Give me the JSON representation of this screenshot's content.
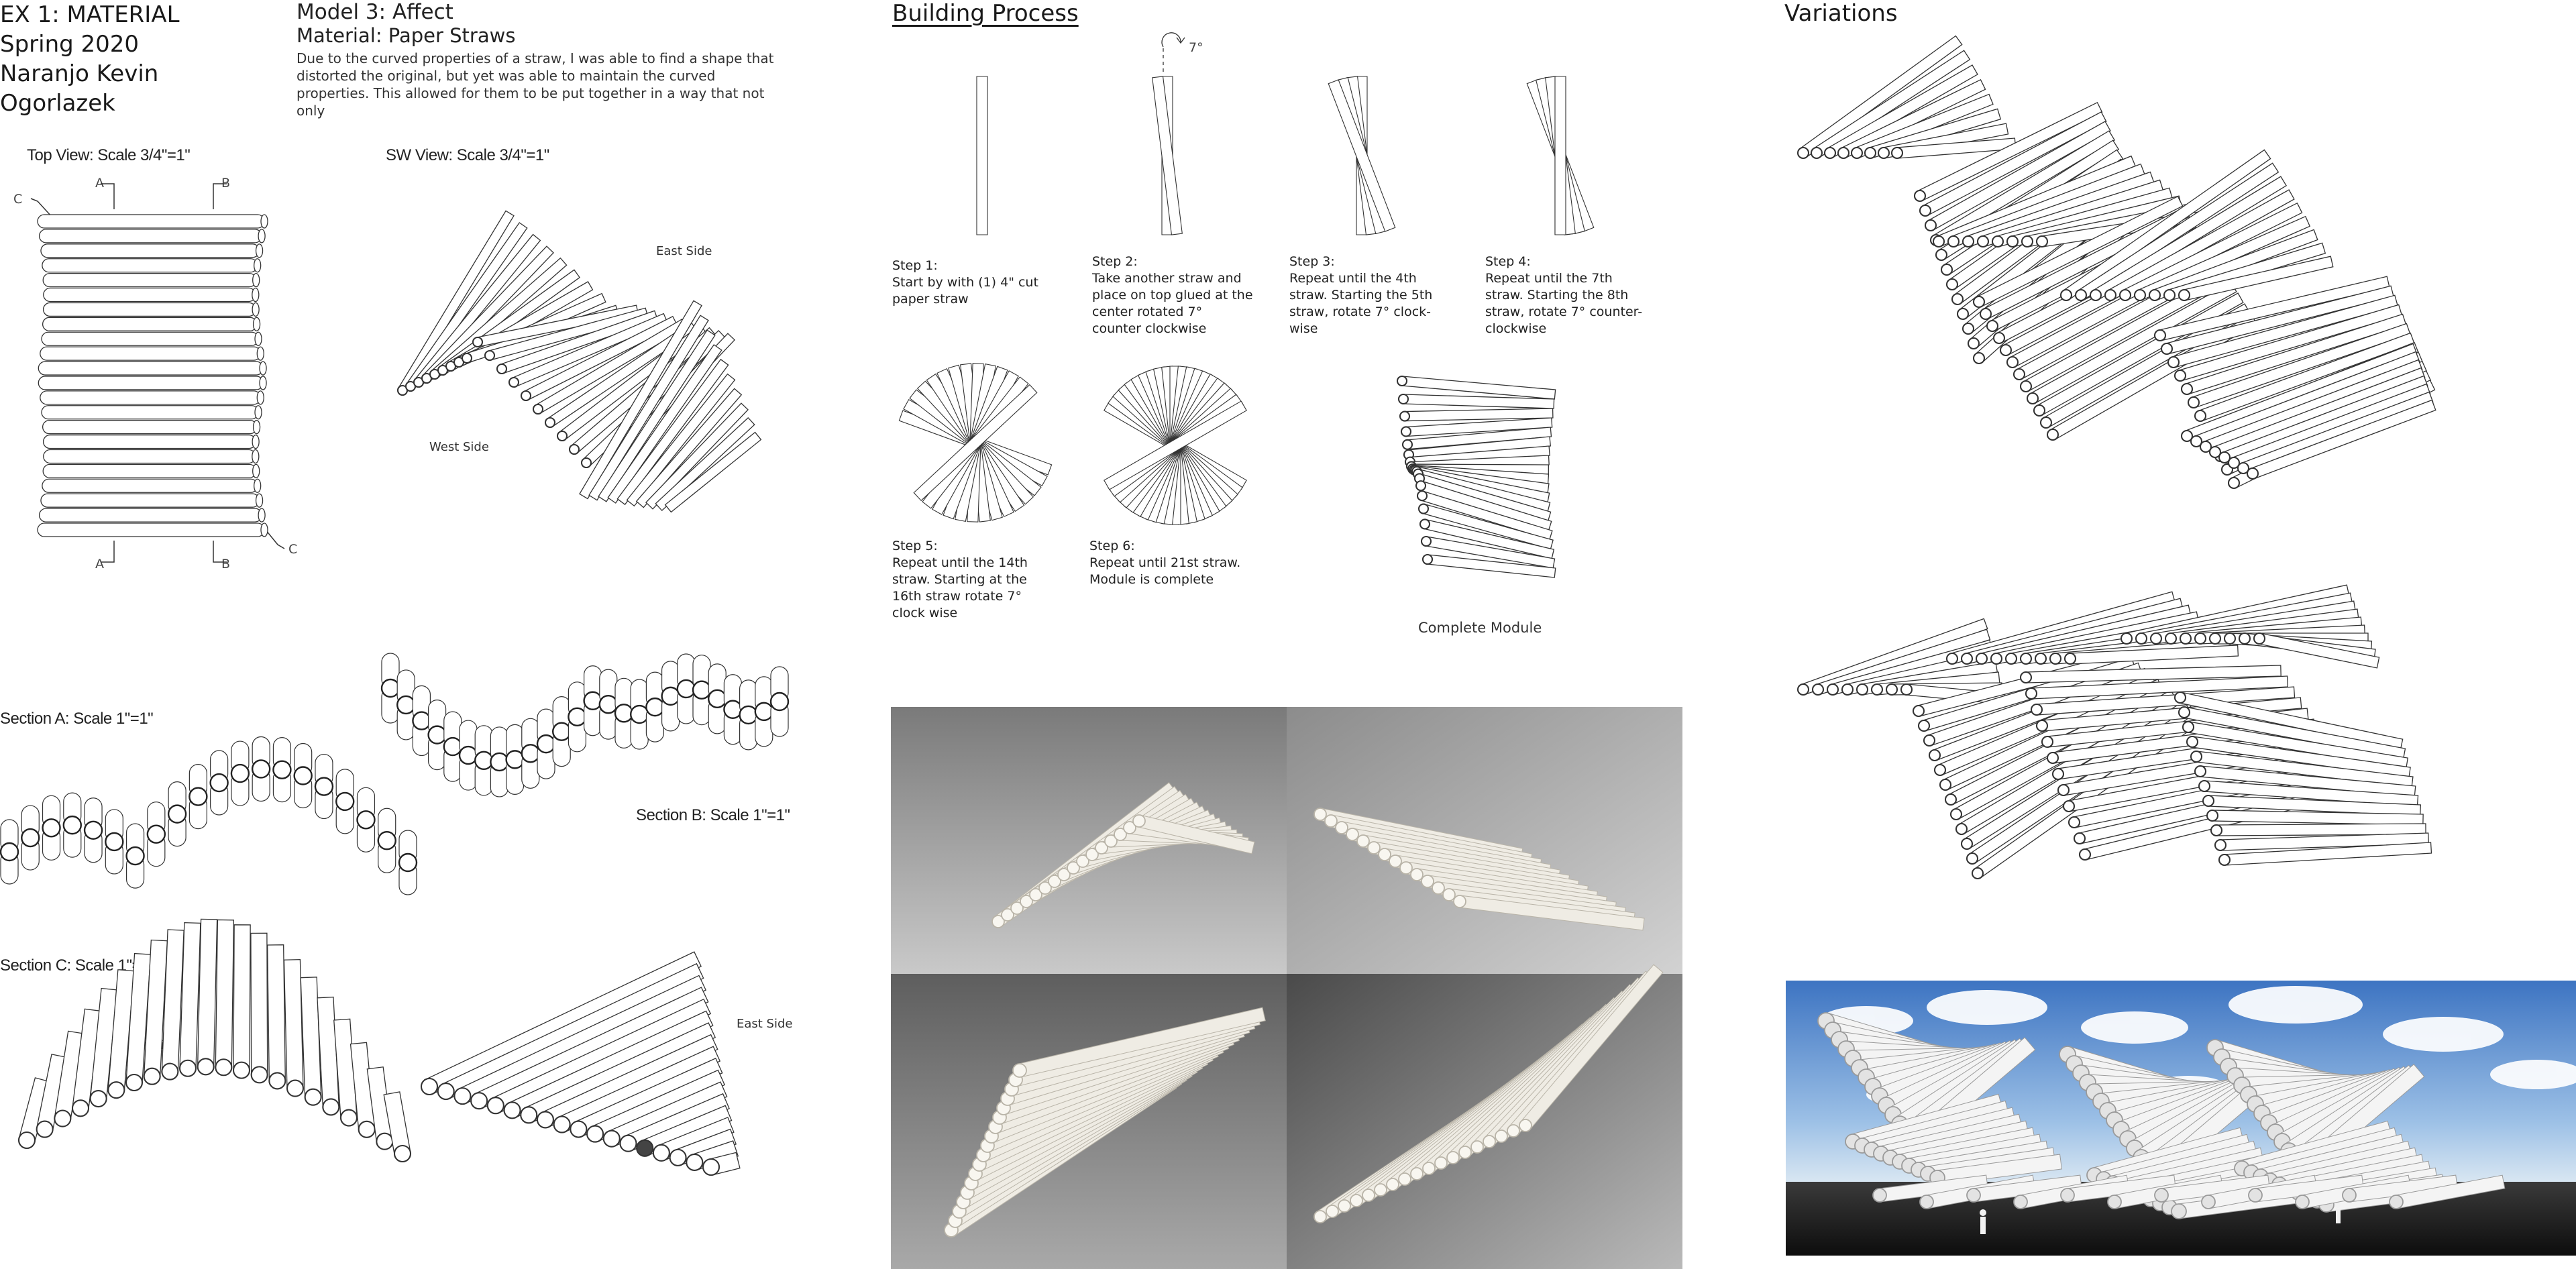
{
  "header": {
    "exercise": "EX 1: MATERIAL",
    "term": "Spring 2020",
    "names": [
      "Naranjo Kevin",
      "Ogorlazek"
    ]
  },
  "model": {
    "title": "Model 3: Affect",
    "material": "Material: Paper Straws",
    "description": "Due to the curved properties of a straw, I was able to find a shape that distorted the original, but yet was able to maintain the curved properties. This allowed for them to be put together in a way that not only"
  },
  "views": {
    "top_view": "Top View: Scale 3/4\"=1\"",
    "sw_view": "SW View: Scale 3/4\"=1\"",
    "section_a": "Section A: Scale 1\"=1\"",
    "section_b": "Section B: Scale 1\"=1\"",
    "section_c": "Section C: Scale 1\"=1\"",
    "east_side": "East Side",
    "west_side": "West Side",
    "markers": {
      "a": "A",
      "b": "B",
      "c": "C"
    }
  },
  "building_process": {
    "heading": "Building Process",
    "angle_label": "7°",
    "steps": [
      {
        "title": "Step 1:",
        "text": "Start by with (1) 4\" cut paper straw"
      },
      {
        "title": "Step 2:",
        "text": "Take another straw and place on top glued at the center rotated 7° counter clockwise"
      },
      {
        "title": "Step 3:",
        "text": "Repeat until the 4th straw. Starting the 5th straw, rotate 7° clock-wise"
      },
      {
        "title": "Step 4:",
        "text": "Repeat until the 7th straw. Starting the 8th straw, rotate 7° counter-clockwise"
      },
      {
        "title": "Step 5:",
        "text": "Repeat until the 14th straw. Starting at the 16th straw rotate 7° clock wise"
      },
      {
        "title": "Step 6:",
        "text": "Repeat until 21st straw. Module is complete"
      }
    ],
    "complete_module": "Complete Module"
  },
  "variations": {
    "heading": "Variations"
  },
  "colors": {
    "line": "#333333",
    "photo_bg": "#6f6f6f",
    "straw": "#efece4",
    "sky": "#5a8fd0"
  }
}
